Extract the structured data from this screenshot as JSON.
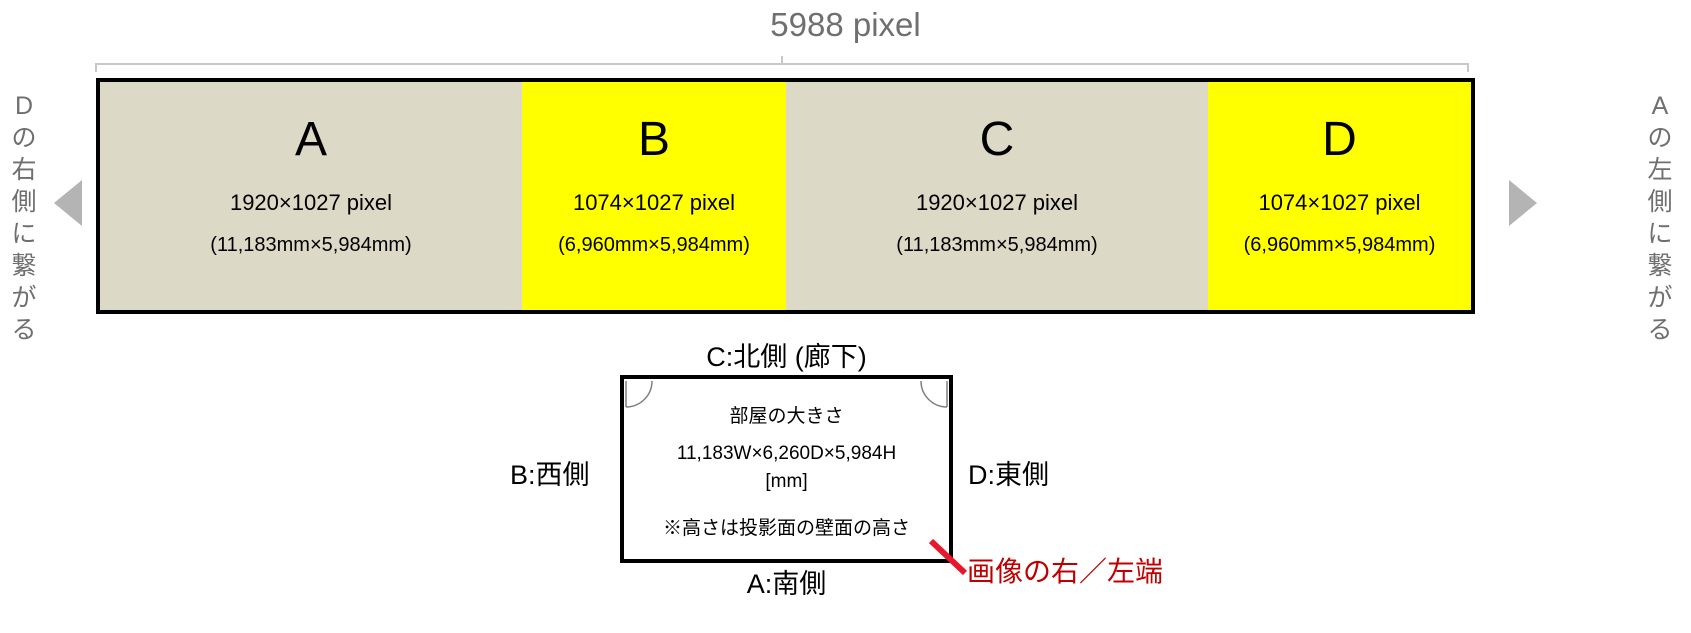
{
  "total_width_label": "5988 pixel",
  "segments": [
    {
      "letter": "A",
      "pixels": "1920×1027 pixel",
      "mm": "(11,183mm×5,984mm)",
      "color": "#dcd9c6"
    },
    {
      "letter": "B",
      "pixels": "1074×1027 pixel",
      "mm": "(6,960mm×5,984mm)",
      "color": "#ffff00"
    },
    {
      "letter": "C",
      "pixels": "1920×1027 pixel",
      "mm": "(11,183mm×5,984mm)",
      "color": "#dcd9c6"
    },
    {
      "letter": "D",
      "pixels": "1074×1027 pixel",
      "mm": "(6,960mm×5,984mm)",
      "color": "#ffff00"
    }
  ],
  "left_note": [
    "D",
    "の",
    "右",
    "側",
    "に",
    "繋",
    "が",
    "る"
  ],
  "right_note": [
    "A",
    "の",
    "左",
    "側",
    "に",
    "繋",
    "が",
    "る"
  ],
  "room": {
    "north": "C:北側 (廊下)",
    "west": "B:西側",
    "east": "D:東側",
    "south": "A:南側",
    "title": "部屋の大きさ",
    "dimensions_line1": "11,183W×6,260D×5,984H",
    "dimensions_line2": "[mm]",
    "height_note": "※高さは投影面の壁面の高さ"
  },
  "edge_label": "画像の右／左端",
  "colors": {
    "accent_red": "#e8182c",
    "arrow_gray": "#b4b4b4"
  }
}
